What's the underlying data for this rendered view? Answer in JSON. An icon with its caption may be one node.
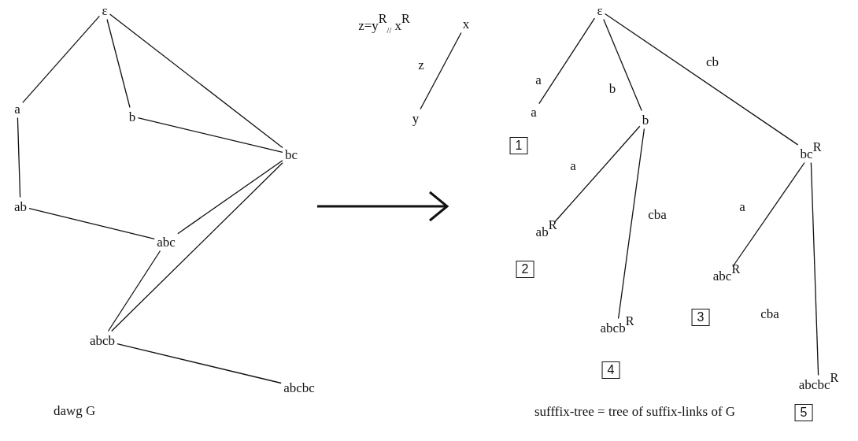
{
  "diagram": {
    "nodes": [
      {
        "text": [
          "ε"
        ]
      },
      {
        "text": [
          "a"
        ]
      },
      {
        "text": [
          "b"
        ]
      },
      {
        "text": [
          "bc"
        ]
      },
      {
        "text": [
          "ab"
        ]
      },
      {
        "text": [
          "abc"
        ]
      },
      {
        "text": [
          "abcb"
        ]
      },
      {
        "text": [
          "abcbc"
        ]
      },
      {
        "text": [
          "x"
        ]
      },
      {
        "text": [
          "y"
        ]
      },
      {
        "text": [
          "ε"
        ]
      },
      {
        "text": [
          "a"
        ]
      },
      {
        "text": [
          "b"
        ]
      },
      {
        "text": [
          "bc$^{R}$"
        ]
      },
      {
        "text": [
          "ab$^{R}$"
        ]
      },
      {
        "text": [
          "abc$^{R}$"
        ]
      },
      {
        "text": [
          "abcb$^{R}$"
        ]
      },
      {
        "text": [
          "abcbc$^{R}$"
        ]
      },
      {
        "text": [
          "1"
        ]
      },
      {
        "text": [
          "2"
        ]
      },
      {
        "text": [
          "3"
        ]
      },
      {
        "text": [
          "4"
        ]
      },
      {
        "text": [
          "5"
        ]
      }
    ],
    "edges": [
      {
        "from": 0,
        "to": 1,
        "arrow": "none"
      },
      {
        "from": 0,
        "to": 2,
        "arrow": "none"
      },
      {
        "from": 0,
        "to": 3,
        "arrow": "none"
      },
      {
        "from": 1,
        "to": 4,
        "arrow": "none"
      },
      {
        "from": 2,
        "to": 3,
        "arrow": "none"
      },
      {
        "from": 3,
        "to": 5,
        "arrow": "none"
      },
      {
        "from": 3,
        "to": 6,
        "arrow": "none"
      },
      {
        "from": 4,
        "to": 5,
        "arrow": "none"
      },
      {
        "from": 5,
        "to": 6,
        "arrow": "none"
      },
      {
        "from": 6,
        "to": 7,
        "arrow": "none"
      },
      {
        "from": 9,
        "to": 8,
        "arrow": "none",
        "label": "z"
      },
      {
        "from": 10,
        "to": 11,
        "arrow": "none",
        "label": "a"
      },
      {
        "from": 10,
        "to": 12,
        "arrow": "none",
        "label": "b"
      },
      {
        "from": 10,
        "to": 13,
        "arrow": "none",
        "label": "cb"
      },
      {
        "from": 12,
        "to": 14,
        "arrow": "none",
        "label": "a"
      },
      {
        "from": 12,
        "to": 16,
        "arrow": "none",
        "label": "cba"
      },
      {
        "from": 13,
        "to": 15,
        "arrow": "none",
        "label": "a"
      },
      {
        "from": 13,
        "to": 17,
        "arrow": "none",
        "label": "cba"
      }
    ],
    "labels": [
      "z=y$^{R}$$_{//}$ x$^{R}$",
      "dawg  G",
      "sufffix-tree = tree of suffix-links of G"
    ]
  }
}
